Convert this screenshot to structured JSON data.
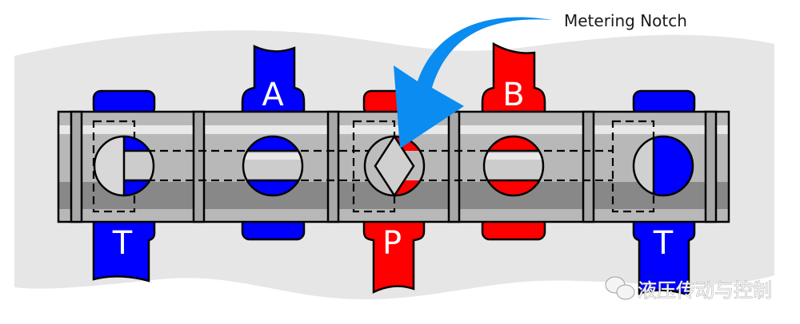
{
  "diagram": {
    "title": "Spool valve with metering notch",
    "annotation": "Metering Notch",
    "ports": {
      "tank_left": "T",
      "work_a": "A",
      "pressure": "P",
      "work_b": "B",
      "tank_right": "T"
    },
    "colors": {
      "tank_flow": "#0000ff",
      "pressure_flow": "#ff0000",
      "arrow": "#0a8cf0",
      "body": "#b8b8b8",
      "background": "#e6e6e6"
    }
  },
  "watermark": {
    "text": "液压传动与控制",
    "icon": "wechat-icon"
  }
}
